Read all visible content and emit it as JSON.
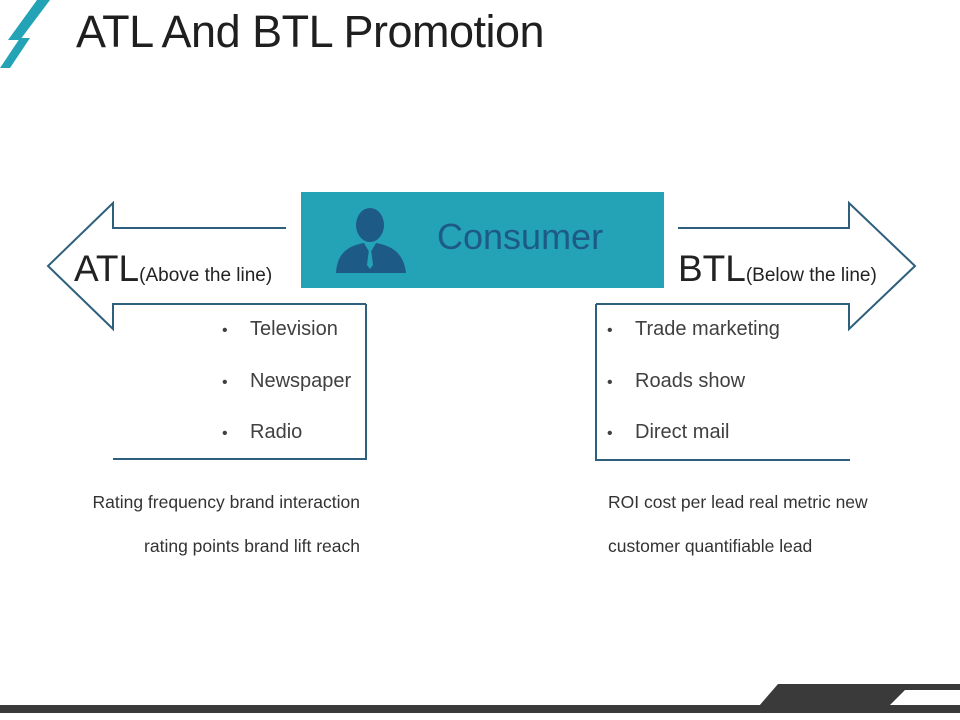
{
  "slide": {
    "title": "ATL And BTL Promotion"
  },
  "consumer": {
    "label": "Consumer",
    "icon": "businessman-icon"
  },
  "atl": {
    "abbr": "ATL",
    "full": "(Above the line)",
    "items": [
      "Television",
      "Newspaper",
      "Radio"
    ],
    "description": [
      "Rating frequency brand interaction",
      "rating points brand lift reach"
    ]
  },
  "btl": {
    "abbr": "BTL",
    "full": "(Below the line)",
    "items": [
      "Trade marketing",
      "Roads show",
      "Direct mail"
    ],
    "description": [
      "ROI cost per lead real metric new",
      "customer quantifiable lead"
    ]
  },
  "colors": {
    "accent": "#25a3b6",
    "dark_blue": "#1d5a85",
    "outline": "#2e5f7d",
    "footer": "#3a3a3a"
  }
}
